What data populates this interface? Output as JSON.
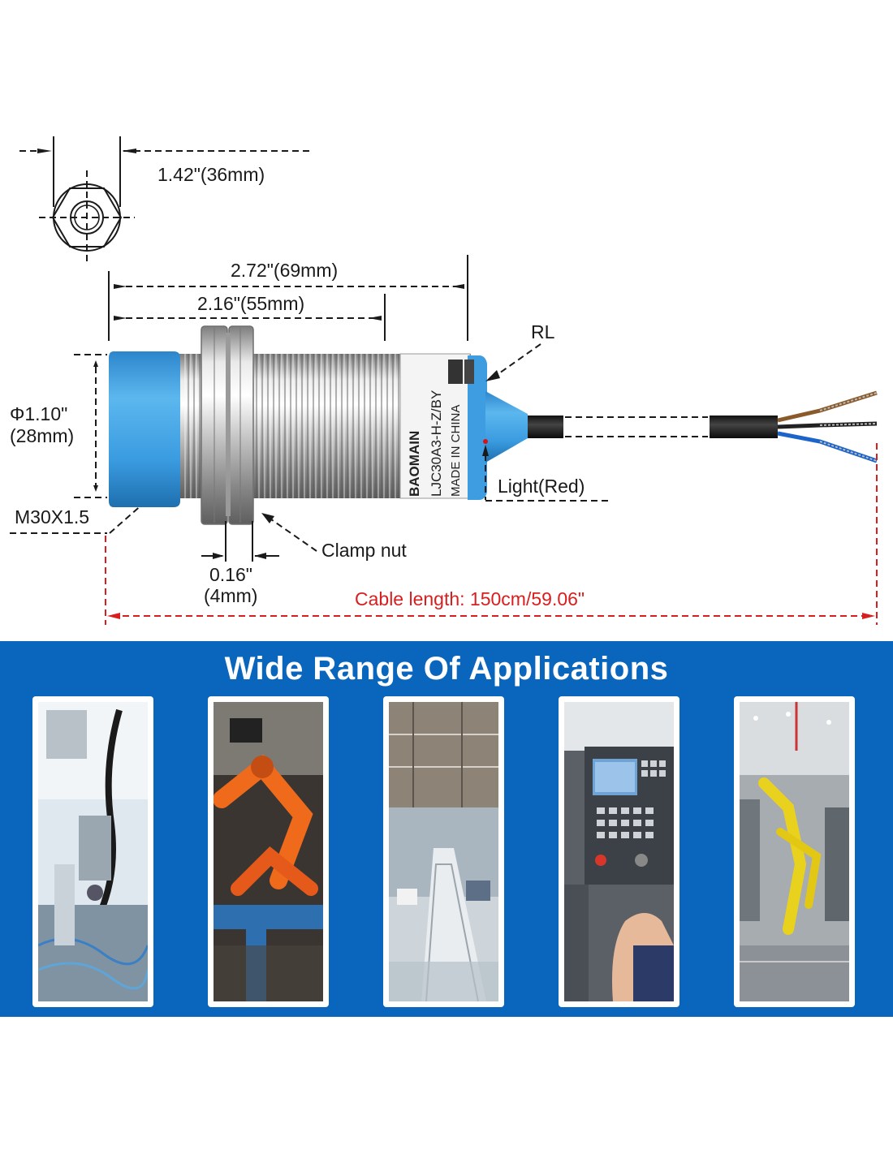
{
  "dimensions": {
    "hex_width": "1.42\"(36mm)",
    "total_length": "2.72\"(69mm)",
    "thread_length": "2.16\"(55mm)",
    "diameter_in": "Φ1.10\"",
    "diameter_mm": "(28mm)",
    "thread_spec": "M30X1.5",
    "nut_thickness_in": "0.16\"",
    "nut_thickness_mm": "(4mm)",
    "cable_length": "Cable length: 150cm/59.06\""
  },
  "labels": {
    "rl": "RL",
    "light": "Light(Red)",
    "clamp_nut": "Clamp nut"
  },
  "sensor_print": {
    "brand": "BAOMAIN",
    "model": "LJC30A3-H-Z/BY",
    "origin": "MADE IN CHINA"
  },
  "applications": {
    "title": "Wide Range Of Applications",
    "images": [
      "automation-arm-photo",
      "orange-robot-photo",
      "factory-conveyor-photo",
      "cnc-control-panel-photo",
      "yellow-robot-line-photo"
    ]
  },
  "colors": {
    "banner": "#0a66bd",
    "sensor_cap": "#3b9de0",
    "dimension_red": "#d81e1e"
  }
}
